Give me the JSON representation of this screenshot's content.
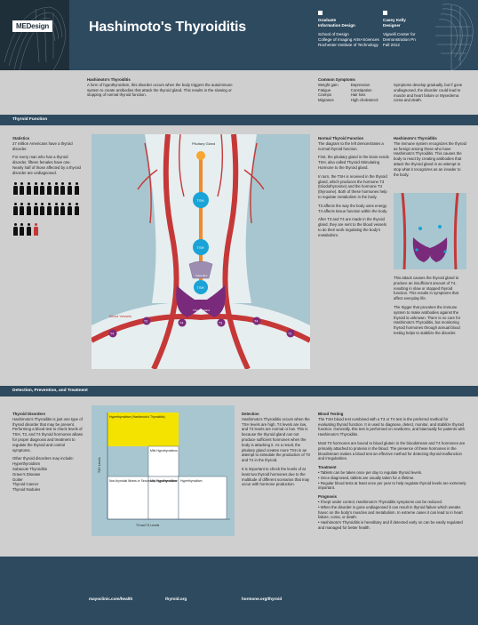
{
  "header": {
    "brand": "MEDesign",
    "title": "Hashimoto's Thyroiditis",
    "col1": {
      "heading1": "Graduate",
      "heading2": "Information Design",
      "line1": "School of Design",
      "line2": "College of Imaging Arts+Sciences",
      "line3": "Rochester Institute of Technology"
    },
    "col2": {
      "heading1": "Casey Kelly",
      "heading2": "Designer",
      "line1": "Vignelli Center for Design Studies",
      "line2": "Demonstration Project",
      "line3": "Fall 2012"
    }
  },
  "intro": {
    "heading": "Hashimoto's Thyroiditis",
    "body": "A form of hypothyroidism, this disorder occurs when the body triggers the autoimmune system to create antibodies that attack the thyroid gland. This results in the slowing or stopping of normal thyroid function.",
    "symptoms_heading": "Common Symptoms",
    "symptoms_col1": [
      "Weight gain",
      "Fatigue",
      "Cramps",
      "Migranes"
    ],
    "symptoms_col2": [
      "Depression",
      "Constipation",
      "Hair loss",
      "High cholesterol"
    ],
    "symptoms_note": "Symptoms develop gradually, but if gone undiagnosed, the disorder could lead to muscle and heart failure or Myxedema coma and death."
  },
  "section1": {
    "bar": "Thyroid Function",
    "stats_heading": "Statistics",
    "stats_p1": "27 million Americans have a thyroid disorder.",
    "stats_p2": "For every man who has a thyroid disorder, fifteen females have one. Nearly half of those affected by a thyroid disorder are undiagnosed.",
    "diagram": {
      "pituitary": "Pituitary Gland",
      "tsh1": "TSH",
      "tsh2": "TSH",
      "tsh3": "TSH",
      "voicebox": "Voice Box",
      "thyroid": "Thyroid Gland",
      "vessels": "Blood Vessels",
      "t4": "T4",
      "t3": "T3"
    },
    "normal_heading": "Normal Thyroid Function",
    "normal_p1": "The diagram to the left demonstrates a normal thyroid function.",
    "normal_p2": "First, the pituitary gland in the brain sends TSH, also called Thyroid Stimulating Hormone to the thyroid gland.",
    "normal_p3": "In turn, the TSH is received in the thyroid gland, which produces the hormone T3 (triiodothyronine) and the hormone T4 (thyroxine). Both of these hormones help to regulate metabolism in the body.",
    "normal_p4": "T3 affects the way the body uses energy. T4 affects tissue function within the body.",
    "normal_p5": "After T3 and T4 are made in the thyroid gland, they are sent to the blood vessels to do their work regulating the body's metabolism.",
    "hashi_heading": "Hashimoto's Thyroiditis",
    "hashi_p1": "The immune system recognizes the thyroid as foreign among those who have Hashimoto's Thyroiditis. This causes the body to react by creating antibodies that attack the thyroid gland in an attempt to stop what it recognizes as an invader to the body.",
    "hashi_p2": "This attack causes the thyroid gland to produce an insufficient amount of T4, resulting in slow or stopped thyroid function. This results in symptoms that affect everyday life.",
    "hashi_p3": "The trigger that provokes the immune system to make antibodies against the thyroid is unknown. There is no cure for Hashimoto's Thyroiditis, but monitoring thyroid hormones through annual blood testing helps to stabilize the disorder."
  },
  "section2": {
    "bar": "Detection, Prevention, and Treatment",
    "disorders_heading": "Thyroid Disorders",
    "disorders_p1": "Hashimoto's Thyroiditis is just one type of thyroid disorder that may be present. Performing a blood test to check levels of TSH, T3, and T4 thyroid hormones allows for proper diagnosis and treatment to regulate the thyroid and control symptoms.",
    "disorders_p2": "Other thyroid disorders may include:",
    "disorders_list": [
      "Hyperthyroidism",
      "Subacute Thyroiditis",
      "Grave's Disease",
      "Goiter",
      "Thyroid Cancer",
      "Thyroid Nodules"
    ],
    "chart": {
      "hyper": "Hyperthyroidism (Hashimoto's Thyroiditis)",
      "mild_hypo_top": "Mild Hypothyroidism",
      "nonthyroid": "Non-thyroidal Illness or Secondary Hypothyroidism",
      "mild_hypo_bottom": "Mild Hypothyroidism",
      "hyperthyroidism": "Hyperthyroidism",
      "ylabel": "TSH Levels",
      "xlabel": "T3 and T4 Levels"
    },
    "detection_heading": "Detection",
    "detection_p1": "Hashimoto's Thyroiditis occurs when the TSH levels are high, T4 levels are low, and T3 levels are normal or low. This is because the thyroid gland can not produce sufficient hormones when the body is attacking it. As a result, the pituitary gland creates more TSH in an attempt to stimulate the production of T3 and T4 in the thyroid.",
    "detection_p2": "It is important to check the levels of at least two thyroid hormones due to the multitude of different scenarios that may occur with hormone production.",
    "blood_heading": "Blood Testing",
    "blood_p1": "The TSH blood test combined with a T3 or T4 test is the preferred method for evaluating thyroid function. It is used to diagnose, detect, monitor, and stabilize thyroid function. Generally, this test is performed on newborns, and biannually for patients with Hashimoto's Thyroiditis.",
    "blood_p2": "Most T3 hormones are bound to blood glutein in the bloodstream and T4 hormones are primarily attached to proteins in the blood. The presence of these hormones in the bloodstream makes a blood test an effective method for detecting thyroid-malfunction and irregularities.",
    "treatment_heading": "Treatment",
    "treatment_list": [
      "Tablets can be taken once per day to regulate thyroid levels.",
      "Once diagnosed, tablets are usually taken for a lifetime.",
      "Regular blood tests at least once per year to help regulate thyroid levels are extremely important."
    ],
    "prognosis_heading": "Prognosis",
    "prognosis_list": [
      "If kept under control, Hashimoto's Thyroiditis symptoms can be reduced.",
      "When the disorder is gone undiagnosed it can result in thyroid failure which wreaks havoc on the body's muscles and metabolism. In extreme cases it can lead to in heart failure, coma, or death.",
      "Hashimoto's Thyroiditis is hereditary and if detected early on can be easily regulated and managed for better health."
    ]
  },
  "footer": {
    "link1": "mayoclinic.com/health",
    "link2": "thyroid.org",
    "link3": "hormone.org/thyroid"
  },
  "colors": {
    "navy": "#2e4a5f",
    "red": "#c63838",
    "blue": "#1aa3d6",
    "purple": "#7a2a7a",
    "teal": "#a8c6cf",
    "yellow": "#f4e300"
  }
}
